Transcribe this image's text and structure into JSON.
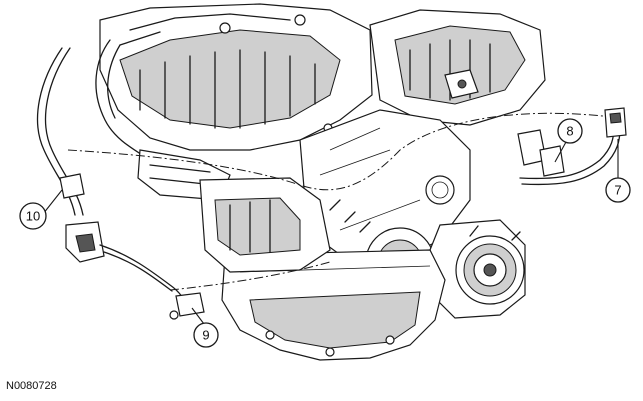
{
  "figure": {
    "id": "N0080728"
  },
  "callouts": [
    {
      "label": "7"
    },
    {
      "label": "8"
    },
    {
      "label": "9"
    },
    {
      "label": "10"
    }
  ]
}
